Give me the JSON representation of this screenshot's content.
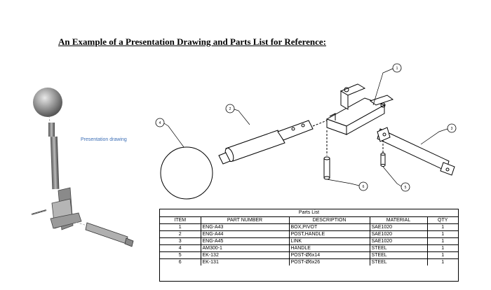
{
  "heading": "An Example of a Presentation Drawing and Parts List for Reference:",
  "presentation_label": "Presentation drawing",
  "balloons": [
    "1",
    "2",
    "3",
    "4",
    "5",
    "6"
  ],
  "parts_list": {
    "title": "Parts List",
    "headers": [
      "ITEM",
      "PART NUMBER",
      "DESCRIPTION",
      "MATERIAL",
      "QTY"
    ],
    "rows": [
      [
        "1",
        "ENG-A43",
        "BOX,PIVOT",
        "SAE1020",
        "1"
      ],
      [
        "2",
        "ENG-A44",
        "POST,HANDLE",
        "SAE1020",
        "1"
      ],
      [
        "3",
        "ENG-A45",
        "LINK",
        "SAE1020",
        "1"
      ],
      [
        "4",
        "AM300-1",
        "HANDLE",
        "STEEL",
        "1"
      ],
      [
        "5",
        "EK-132",
        "POST-Ø6x14",
        "STEEL",
        "1"
      ],
      [
        "6",
        "EK-131",
        "POST-Ø6x26",
        "STEEL",
        "1"
      ]
    ]
  }
}
